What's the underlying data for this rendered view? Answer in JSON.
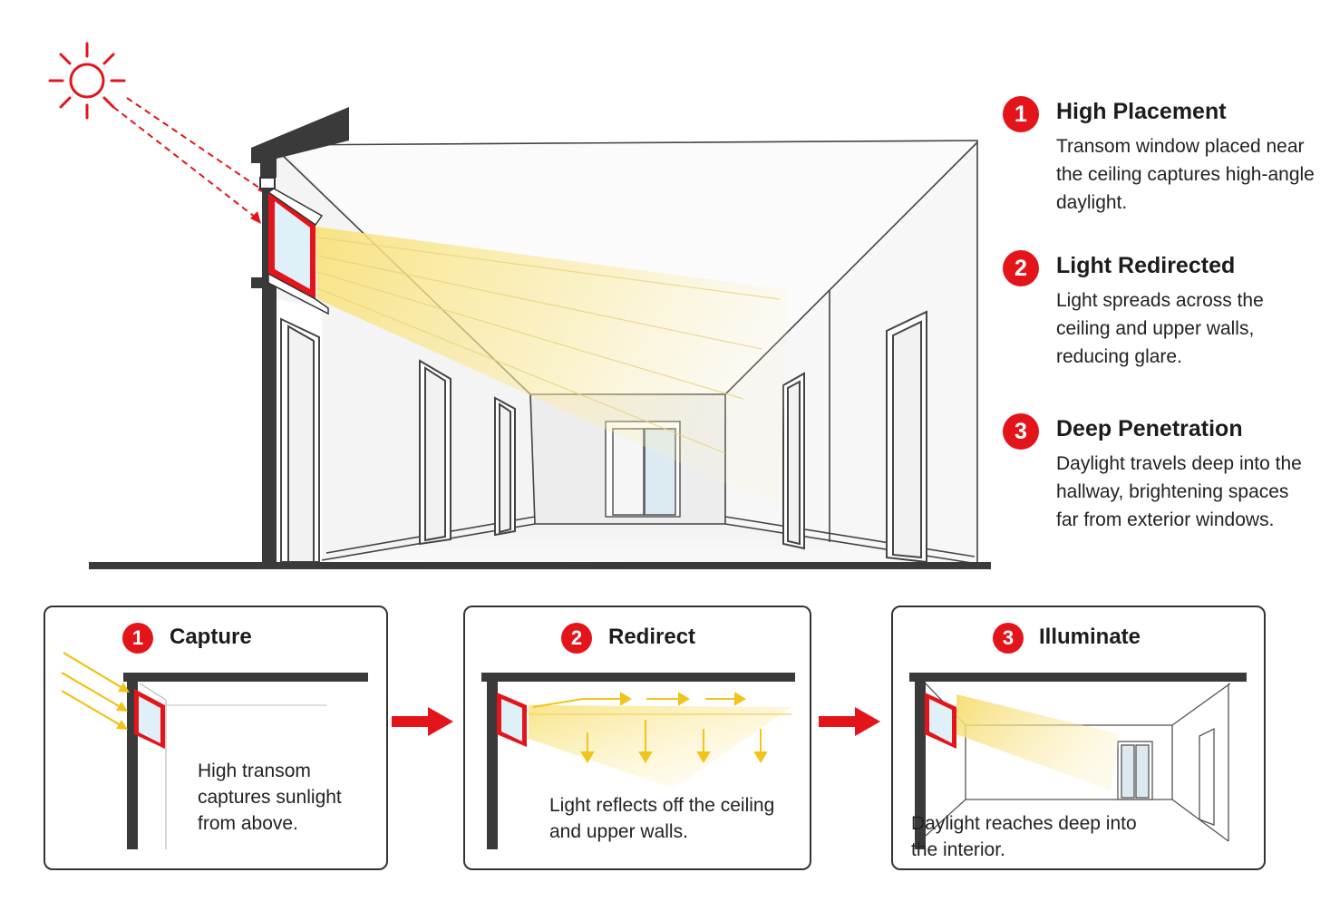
{
  "colors": {
    "accent": "#e4141b",
    "light": "#f6e27a",
    "light_arrows": "#f0c419",
    "wall": "#3a3a3a"
  },
  "callouts": [
    {
      "number": "1",
      "title": "High Placement",
      "description": "Transom window placed near the ceiling captures high-angle daylight."
    },
    {
      "number": "2",
      "title": "Light Redirected",
      "description": "Light spreads across the ceiling and upper walls, reducing glare."
    },
    {
      "number": "3",
      "title": "Deep Penetration",
      "description": "Daylight travels deep into the hallway, brightening spaces far from exterior windows."
    }
  ],
  "steps": [
    {
      "number": "1",
      "title": "Capture",
      "caption": "High transom captures sunlight from above."
    },
    {
      "number": "2",
      "title": "Redirect",
      "caption": "Light reflects off the ceiling and upper walls."
    },
    {
      "number": "3",
      "title": "Illuminate",
      "caption": "Daylight reaches deep into the interior."
    }
  ],
  "icons": {
    "sun": "sun-icon",
    "step_arrow": "arrow-right-icon"
  }
}
